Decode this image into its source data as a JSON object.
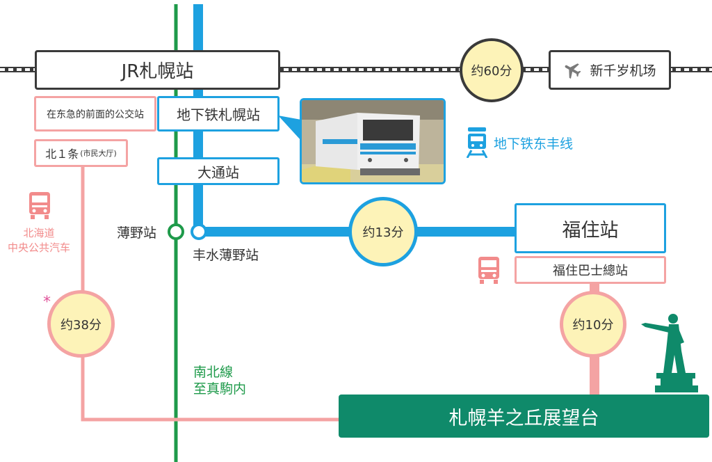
{
  "stations": {
    "jr_sapporo": "JR札幌站",
    "airport": "新千岁机场",
    "subway_sapporo": "地下铁札幌站",
    "odori": "大通站",
    "susukino": "薄野站",
    "hosui_susukino": "丰水薄野站",
    "fukuzumi": "福住站",
    "fukuzumi_bus": "福住巴士總站",
    "bus_stop_front": "在东急的前面的公交站",
    "kita1jo": "北１条",
    "kita1jo_note": "(市民大厅)",
    "destination": "札幌羊之丘展望台"
  },
  "times": {
    "jr_airport": "约60分",
    "subway": "约13分",
    "bus_central": "约38分",
    "bus_fukuzumi": "约10分",
    "asterisk": "*"
  },
  "lines": {
    "toho": "地下铁东丰线",
    "namboku_1": "南北線",
    "namboku_2": "至真駒内",
    "chuo_bus_1": "北海道",
    "chuo_bus_2": "中央公共汽车"
  },
  "colors": {
    "toho_blue": "#1da1e0",
    "namboku_green": "#1e9a4a",
    "bus_pink": "#f4a3a3",
    "destination_green": "#0f8a6a",
    "time_circle": "#fdf3b8",
    "jr_track": "#3a3a3a"
  },
  "icons": [
    "airplane-icon",
    "subway-train-icon",
    "bus-icon",
    "statue-icon"
  ]
}
